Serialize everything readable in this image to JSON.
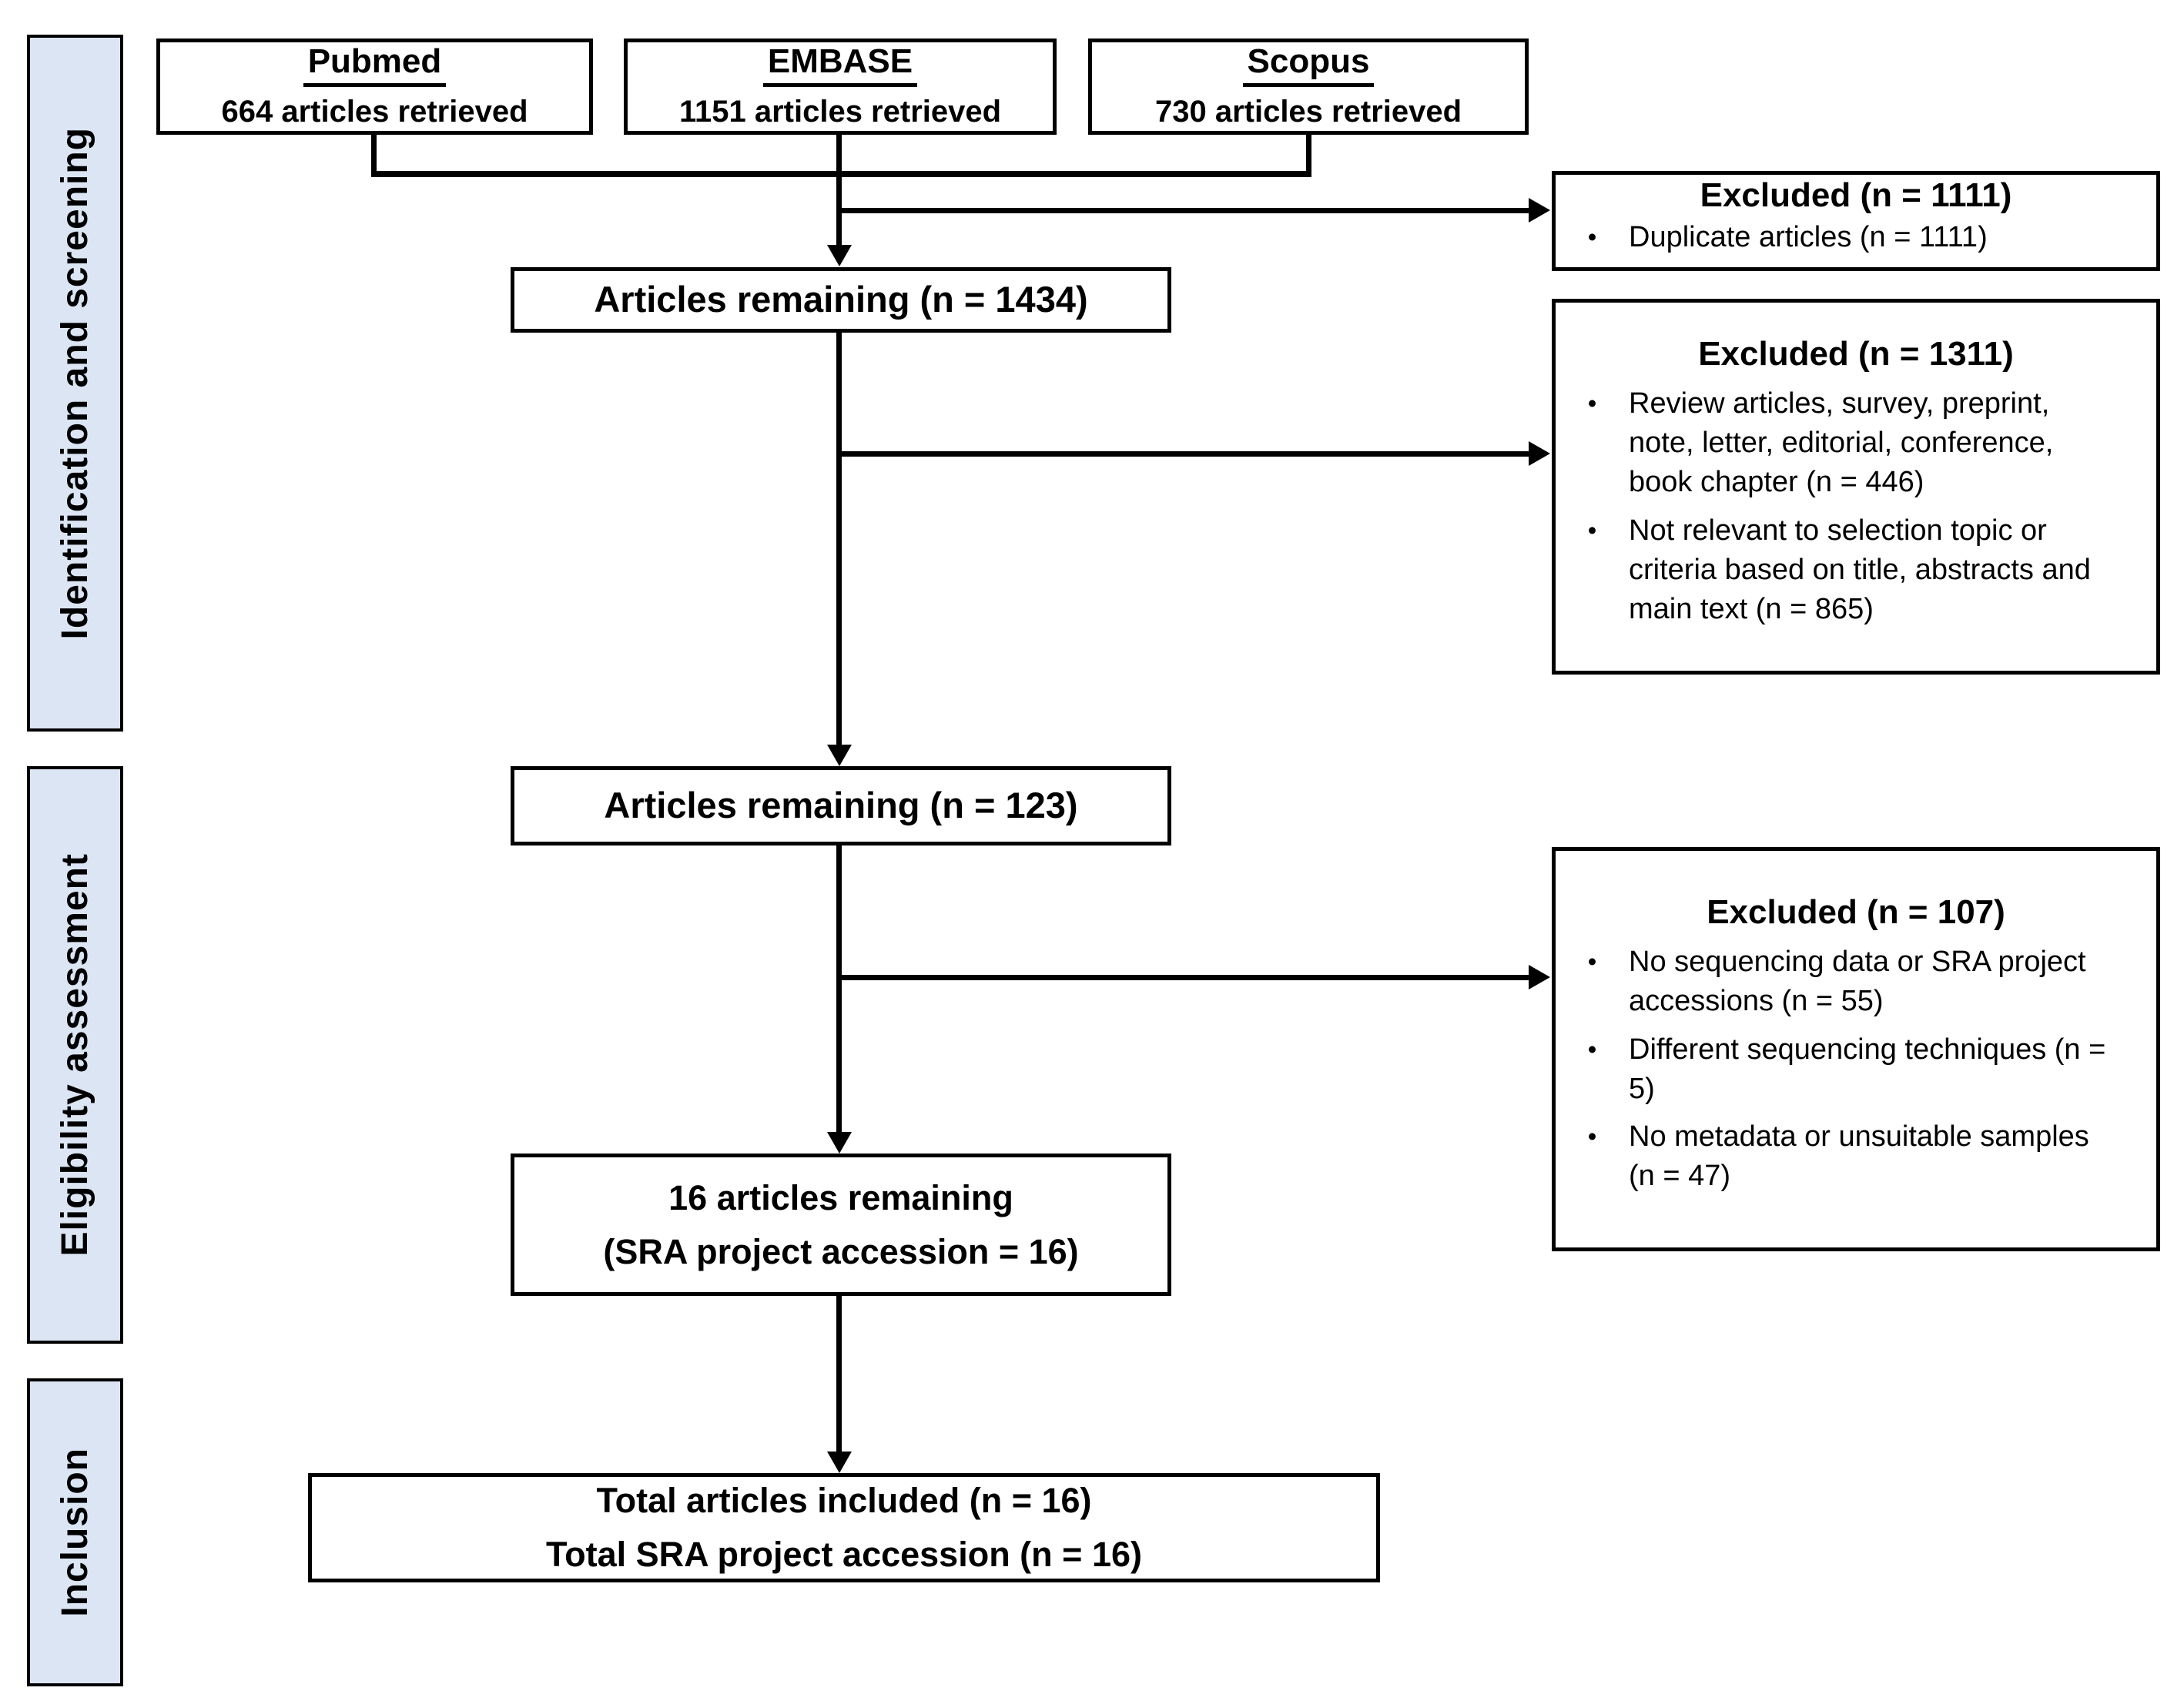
{
  "diagram": {
    "stages": [
      {
        "label": "Identification and screening"
      },
      {
        "label": "Eligibility assessment"
      },
      {
        "label": "Inclusion"
      }
    ],
    "sources": [
      {
        "name": "Pubmed",
        "retrieved": "664 articles retrieved"
      },
      {
        "name": "EMBASE",
        "retrieved": "1151 articles retrieved"
      },
      {
        "name": "Scopus",
        "retrieved": "730 articles retrieved"
      }
    ],
    "flow_boxes": [
      {
        "lines": [
          "Articles remaining (n = 1434)"
        ]
      },
      {
        "lines": [
          "Articles remaining (n = 123)"
        ]
      },
      {
        "lines": [
          "16 articles remaining",
          "(SRA project accession = 16)"
        ]
      },
      {
        "lines": [
          "Total articles included (n = 16)",
          "Total SRA project accession (n = 16)"
        ]
      }
    ],
    "exclusions": [
      {
        "title": "Excluded (n = 1111)",
        "reasons": [
          "Duplicate articles (n = 1111)"
        ]
      },
      {
        "title": "Excluded (n = 1311)",
        "reasons": [
          "Review articles, survey, preprint, note, letter, editorial, conference, book chapter (n = 446)",
          "Not relevant to selection topic or criteria based on title, abstracts and main text (n = 865)"
        ]
      },
      {
        "title": "Excluded (n = 107)",
        "reasons": [
          "No sequencing data or SRA project accessions (n = 55)",
          "Different sequencing techniques (n = 5)",
          "No metadata or unsuitable samples (n = 47)"
        ]
      }
    ],
    "bullet_char": "•",
    "colors": {
      "stage_fill": "#dbe5f3",
      "box_fill": "#ffffff",
      "line_color": "#000000"
    }
  }
}
